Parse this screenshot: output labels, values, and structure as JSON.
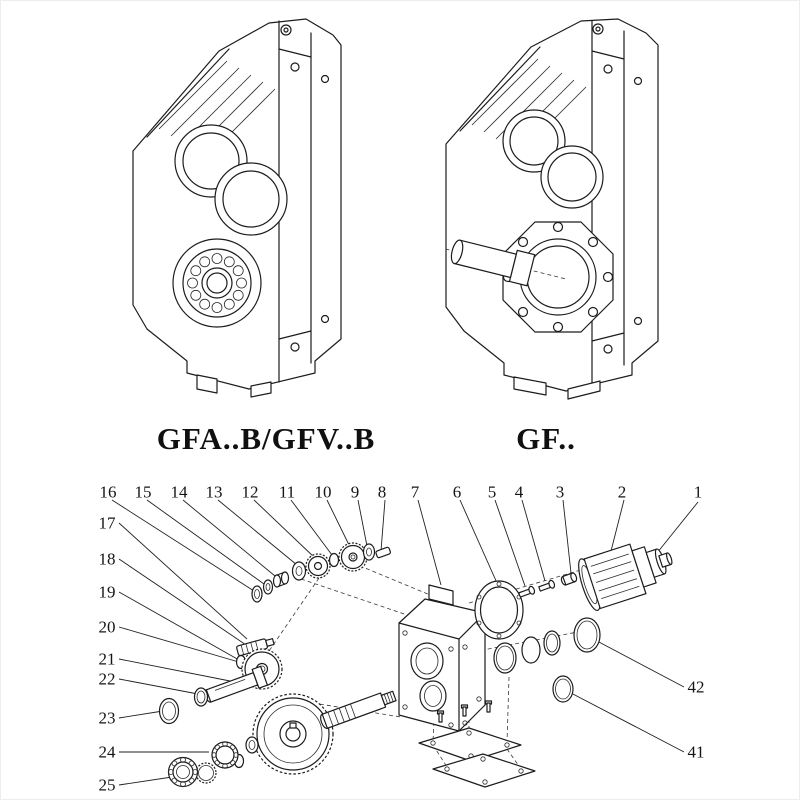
{
  "page": {
    "paper_color": "#ffffff",
    "ink_color": "#1c1c1c"
  },
  "models": {
    "left_label": "GFA..B/GFV..B",
    "right_label": "GF.."
  },
  "exploded": {
    "callouts": {
      "c1": "1",
      "c2": "2",
      "c3": "3",
      "c4": "4",
      "c5": "5",
      "c6": "6",
      "c7": "7",
      "c8": "8",
      "c9": "9",
      "c10": "10",
      "c11": "11",
      "c12": "12",
      "c13": "13",
      "c14": "14",
      "c15": "15",
      "c16": "16",
      "c17": "17",
      "c18": "18",
      "c19": "19",
      "c20": "20",
      "c21": "21",
      "c22": "22",
      "c23": "23",
      "c24": "24",
      "c25": "25",
      "c41": "41",
      "c42": "42"
    }
  }
}
